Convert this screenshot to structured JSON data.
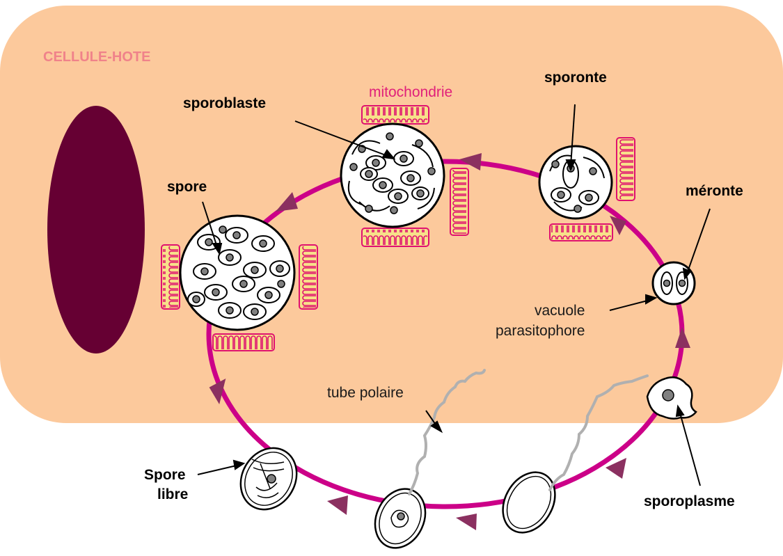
{
  "labels": {
    "host_cell": "CELLULE-HOTE",
    "mitochondria": "mitochondrie",
    "sporoblast": "sporoblaste",
    "sporont": "sporonte",
    "spore": "spore",
    "meront": "méronte",
    "vacuole_line1": "vacuole",
    "vacuole_line2": "parasitophore",
    "polar_tube": "tube polaire",
    "free_spore_line1": "Spore",
    "free_spore_line2": "libre",
    "sporoplasm": "sporoplasme"
  },
  "colors": {
    "host_cell_fill": "#fcc99c",
    "nucleus_fill": "#660033",
    "cycle_line": "#cc0088",
    "arrowhead": "#8b3060",
    "mitochondria": "#e01070",
    "mitochondria_inner": "#f7e08a",
    "polar_tube": "#b0b0b0",
    "parasite_nucleus": "#808080"
  }
}
